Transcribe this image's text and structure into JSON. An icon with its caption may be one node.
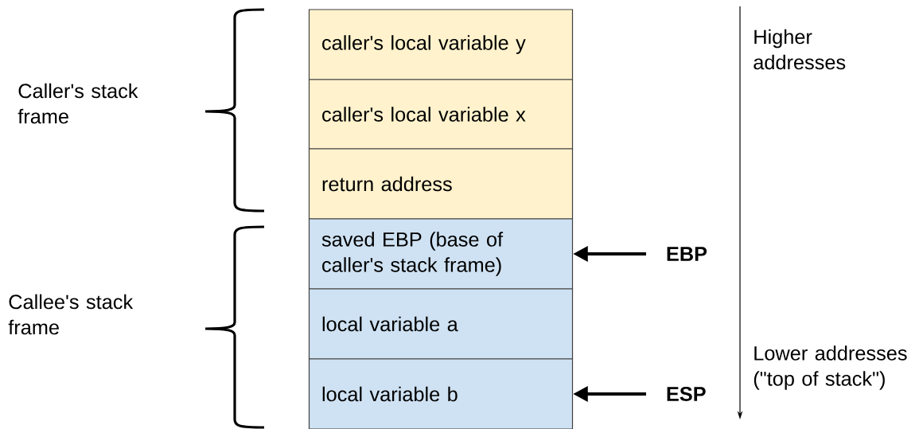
{
  "diagram": {
    "nodes": [
      {
        "text": [
          "caller's local variable y"
        ]
      },
      {
        "text": [
          "caller's local variable x"
        ]
      },
      {
        "text": [
          "return address"
        ]
      },
      {
        "text": [
          "saved EBP (base of caller's stack frame)"
        ]
      },
      {
        "text": [
          "local variable a"
        ]
      },
      {
        "text": [
          "local variable b"
        ]
      },
      {
        "text": [
          "EBP"
        ]
      },
      {
        "text": [
          "ESP"
        ]
      }
    ],
    "edges": [
      {
        "from": 6,
        "to": 3,
        "arrow": "to"
      },
      {
        "from": 7,
        "to": 5,
        "arrow": "to"
      }
    ],
    "labels": [
      "Caller's stack frame",
      "Callee's stack frame",
      "Higher addresses",
      "Lower addresses (\"top of stack\")"
    ]
  }
}
